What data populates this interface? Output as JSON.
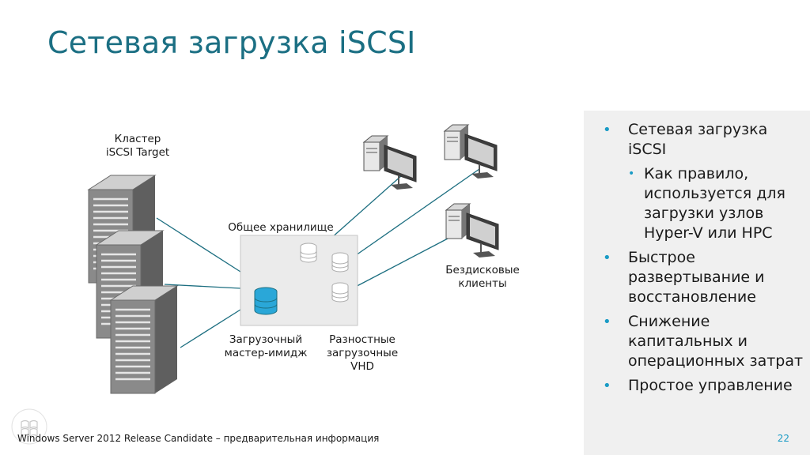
{
  "slide": {
    "title": "Сетевая загрузка iSCSI",
    "footer": "Windows Server 2012 Release Candidate – предварительная информация",
    "page_number": "22"
  },
  "diagram": {
    "cluster_label_1": "Кластер",
    "cluster_label_2": "iSCSI Target",
    "storage_label": "Общее хранилище",
    "clients_label_1": "Бездисковые",
    "clients_label_2": "клиенты",
    "master_label_1": "Загрузочный",
    "master_label_2": "мастер-имидж",
    "diff_label_1": "Разностные",
    "diff_label_2": "загрузочные",
    "diff_label_3": "VHD",
    "colors": {
      "link": "#1c6e80",
      "master_db": "#2aa7d8",
      "box_fill": "#ebebeb",
      "server": "#7c7c7c"
    }
  },
  "bullets": [
    {
      "level": 1,
      "text": "Сетевая загрузка iSCSI"
    },
    {
      "level": 2,
      "text": "Как правило, используется для загрузки узлов Hyper-V или HPC"
    },
    {
      "level": 1,
      "text": "Быстрое развертывание и восстановление"
    },
    {
      "level": 1,
      "text": "Снижение капитальных и операционных затрат"
    },
    {
      "level": 1,
      "text": "Простое управление"
    }
  ]
}
